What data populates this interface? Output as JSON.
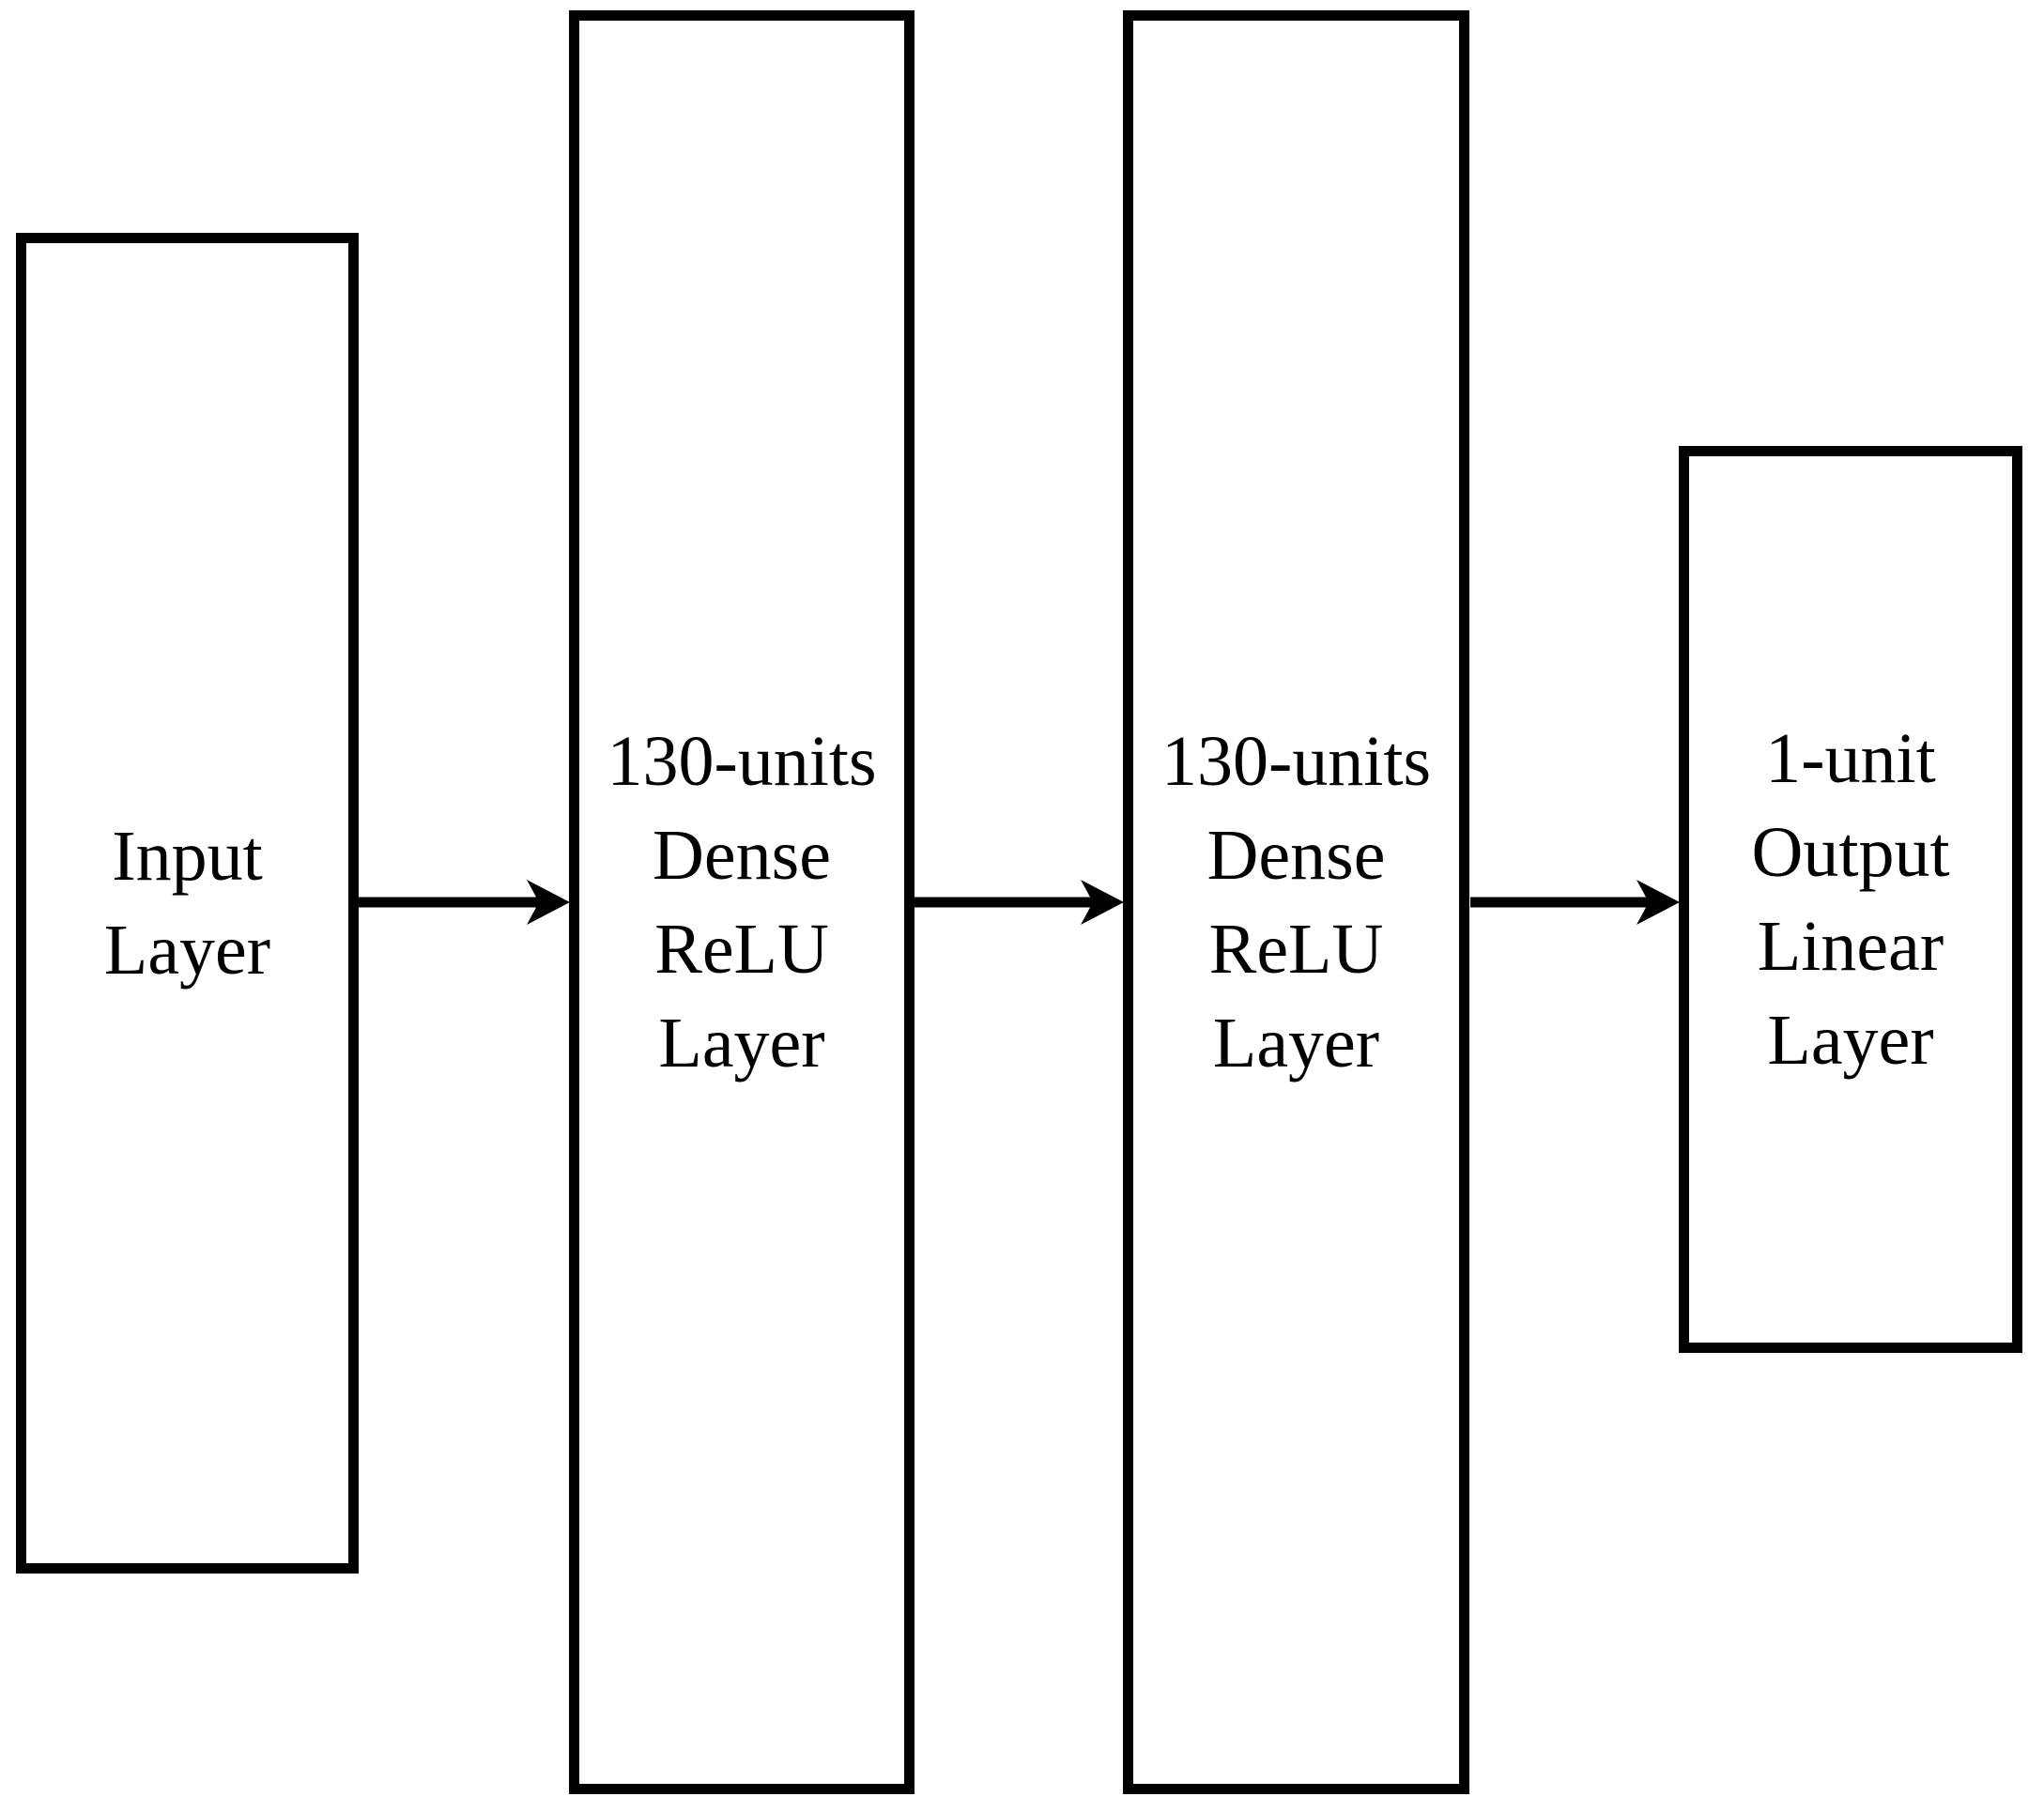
{
  "diagram": {
    "type": "neural-network-architecture",
    "colors": {
      "background": "#ffffff",
      "stroke": "#000000",
      "text": "#000000"
    },
    "layers": [
      {
        "name": "input-layer",
        "label": "Input\nLayer"
      },
      {
        "name": "hidden-layer-1",
        "label": "130-units\nDense\nReLU\nLayer"
      },
      {
        "name": "hidden-layer-2",
        "label": "130-units\nDense\nReLU\nLayer"
      },
      {
        "name": "output-layer",
        "label": "1-unit\nOutput\nLinear\nLayer"
      }
    ],
    "connections": [
      {
        "from": "input-layer",
        "to": "hidden-layer-1"
      },
      {
        "from": "hidden-layer-1",
        "to": "hidden-layer-2"
      },
      {
        "from": "hidden-layer-2",
        "to": "output-layer"
      }
    ]
  }
}
